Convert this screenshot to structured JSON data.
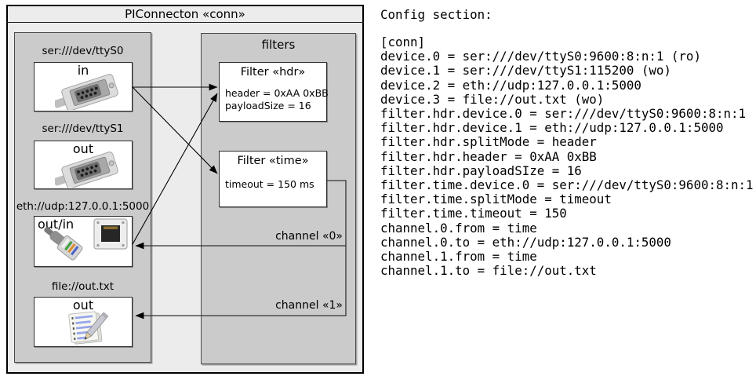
{
  "diagram": {
    "title": "PIConnecton «conn»",
    "devices_group": {
      "devices": [
        {
          "uri": "ser:///dev/ttyS0",
          "direction": "in",
          "icon": "serial-connector"
        },
        {
          "uri": "ser:///dev/ttyS1",
          "direction": "out",
          "icon": "serial-connector"
        },
        {
          "uri": "eth://udp:127.0.0.1:5000",
          "direction": "out/in",
          "icon": "ethernet-connector"
        },
        {
          "uri": "file://out.txt",
          "direction": "out",
          "icon": "notepad"
        }
      ]
    },
    "filters_group": {
      "label": "filters",
      "filters": [
        {
          "title": "Filter «hdr»",
          "attributes": [
            "header = 0xAA 0xBB",
            "payloadSize = 16"
          ]
        },
        {
          "title": "Filter «time»",
          "attributes": [
            "timeout = 150 ms"
          ]
        }
      ]
    },
    "channels": [
      {
        "label": "channel «0»"
      },
      {
        "label": "channel «1»"
      }
    ]
  },
  "config_panel": {
    "heading": "Config section:",
    "lines": [
      "[conn]",
      "device.0 = ser:///dev/ttyS0:9600:8:n:1 (ro)",
      "device.1 = ser:///dev/ttyS1:115200 (wo)",
      "device.2 = eth://udp:127.0.0.1:5000",
      "device.3 = file://out.txt (wo)",
      "filter.hdr.device.0 = ser:///dev/ttyS0:9600:8:n:1",
      "filter.hdr.device.1 = eth://udp:127.0.0.1:5000",
      "filter.hdr.splitMode = header",
      "filter.hdr.header = 0xAA 0xBB",
      "filter.hdr.payloadSIze = 16",
      "filter.time.device.0 = ser:///dev/ttyS0:9600:8:n:1",
      "filter.time.splitMode = timeout",
      "filter.time.timeout = 150",
      "channel.0.from = time",
      "channel.0.to = eth://udp:127.0.0.1:5000",
      "channel.1.from = time",
      "channel.1.to = file://out.txt"
    ]
  },
  "colors": {
    "outer_fill": "#ececec",
    "group_fill": "#cbcbcb",
    "box_fill": "#ffffff",
    "line": "#000000"
  }
}
